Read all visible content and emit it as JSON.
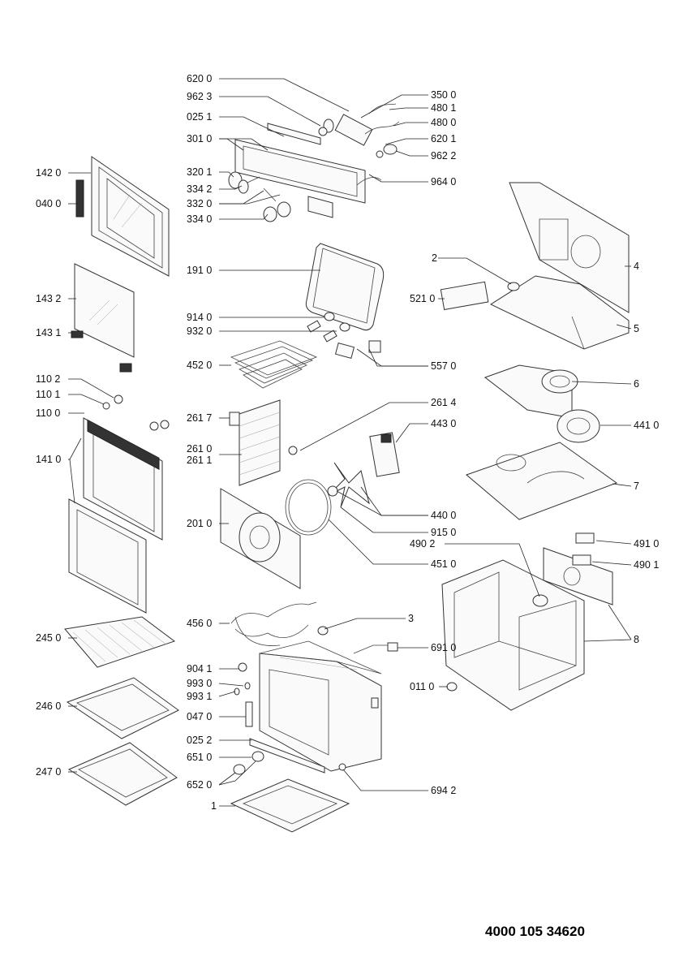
{
  "document_number": "4000 105 34620",
  "callouts": {
    "c620_0": "620 0",
    "c962_3": "962 3",
    "c025_1": "025 1",
    "c301_0": "301 0",
    "c320_1": "320 1",
    "c334_2": "334 2",
    "c332_0": "332 0",
    "c334_0": "334 0",
    "c350_0": "350 0",
    "c480_1": "480 1",
    "c480_0": "480 0",
    "c620_1": "620 1",
    "c962_2": "962 2",
    "c964_0": "964 0",
    "c142_0": "142 0",
    "c040_0": "040 0",
    "c143_2": "143 2",
    "c143_1": "143 1",
    "c110_2": "110 2",
    "c110_1": "110 1",
    "c110_0": "110 0",
    "c141_0": "141 0",
    "c245_0": "245 0",
    "c246_0": "246 0",
    "c247_0": "247 0",
    "c191_0": "191 0",
    "c914_0": "914 0",
    "c932_0": "932 0",
    "c452_0": "452 0",
    "c557_0": "557 0",
    "c261_7": "261 7",
    "c261_4": "261 4",
    "c443_0": "443 0",
    "c261_0": "261 0",
    "c261_1": "261 1",
    "c201_0": "201 0",
    "c440_0": "440 0",
    "c915_0": "915 0",
    "c451_0": "451 0",
    "c456_0": "456 0",
    "c3": "3",
    "c691_0": "691 0",
    "c904_1": "904 1",
    "c993_0": "993 0",
    "c993_1": "993 1",
    "c047_0": "047 0",
    "c025_2": "025 2",
    "c651_0": "651 0",
    "c652_0": "652 0",
    "c694_2": "694 2",
    "c1": "1",
    "c2": "2",
    "c521_0": "521 0",
    "c4": "4",
    "c5": "5",
    "c6": "6",
    "c441_0": "441 0",
    "c7": "7",
    "c491_0": "491 0",
    "c490_2": "490 2",
    "c490_1": "490 1",
    "c8": "8",
    "c011_0": "011 0"
  }
}
